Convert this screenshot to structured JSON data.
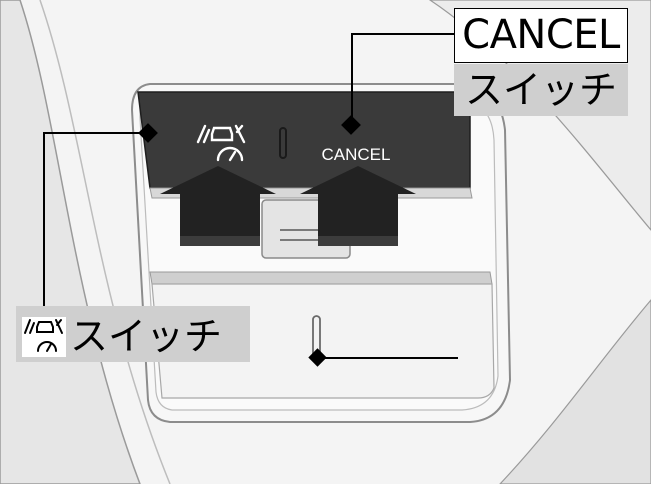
{
  "callouts": {
    "cancel_title": "CANCEL",
    "cancel_subtitle": "スイッチ",
    "lka_label": "スイッチ"
  },
  "switch_panel": {
    "cancel_button_text": "CANCEL"
  },
  "icons": {
    "lka_switch": "lane-keeping-assist-icon",
    "arrows": "up-arrow-icon"
  },
  "colors": {
    "background": "#ffffff",
    "callout_fill": "#cfcfcf",
    "panel_dark": "#3a3a3a",
    "arrow": "#222222",
    "wheel_light": "#ececec"
  }
}
